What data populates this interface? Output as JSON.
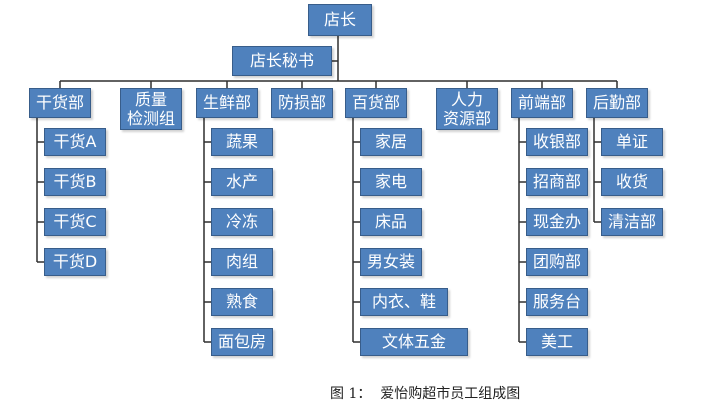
{
  "root": {
    "label": "店长"
  },
  "secretary": {
    "label": "店长秘书"
  },
  "departments": [
    {
      "label": "干货部",
      "children": [
        "干货A",
        "干货B",
        "干货C",
        "干货D"
      ]
    },
    {
      "label": "质量\n检测组",
      "children": []
    },
    {
      "label": "生鲜部",
      "children": [
        "蔬果",
        "水产",
        "冷冻",
        "肉组",
        "熟食",
        "面包房"
      ]
    },
    {
      "label": "防损部",
      "children": []
    },
    {
      "label": "百货部",
      "children": [
        "家居",
        "家电",
        "床品",
        "男女装",
        "内衣、鞋",
        "文体五金"
      ]
    },
    {
      "label": "人力\n资源部",
      "children": []
    },
    {
      "label": "前端部",
      "children": [
        "收银部",
        "招商部",
        "现金办",
        "团购部",
        "服务台",
        "美工"
      ]
    },
    {
      "label": "后勤部",
      "children": [
        "单证",
        "收货",
        "清洁部"
      ]
    }
  ],
  "caption": "图 1：  爱怡购超市员工组成图",
  "colors": {
    "node_fill": "#4f81bd",
    "node_border": "#385d8a",
    "connector": "#2f2f2f"
  }
}
